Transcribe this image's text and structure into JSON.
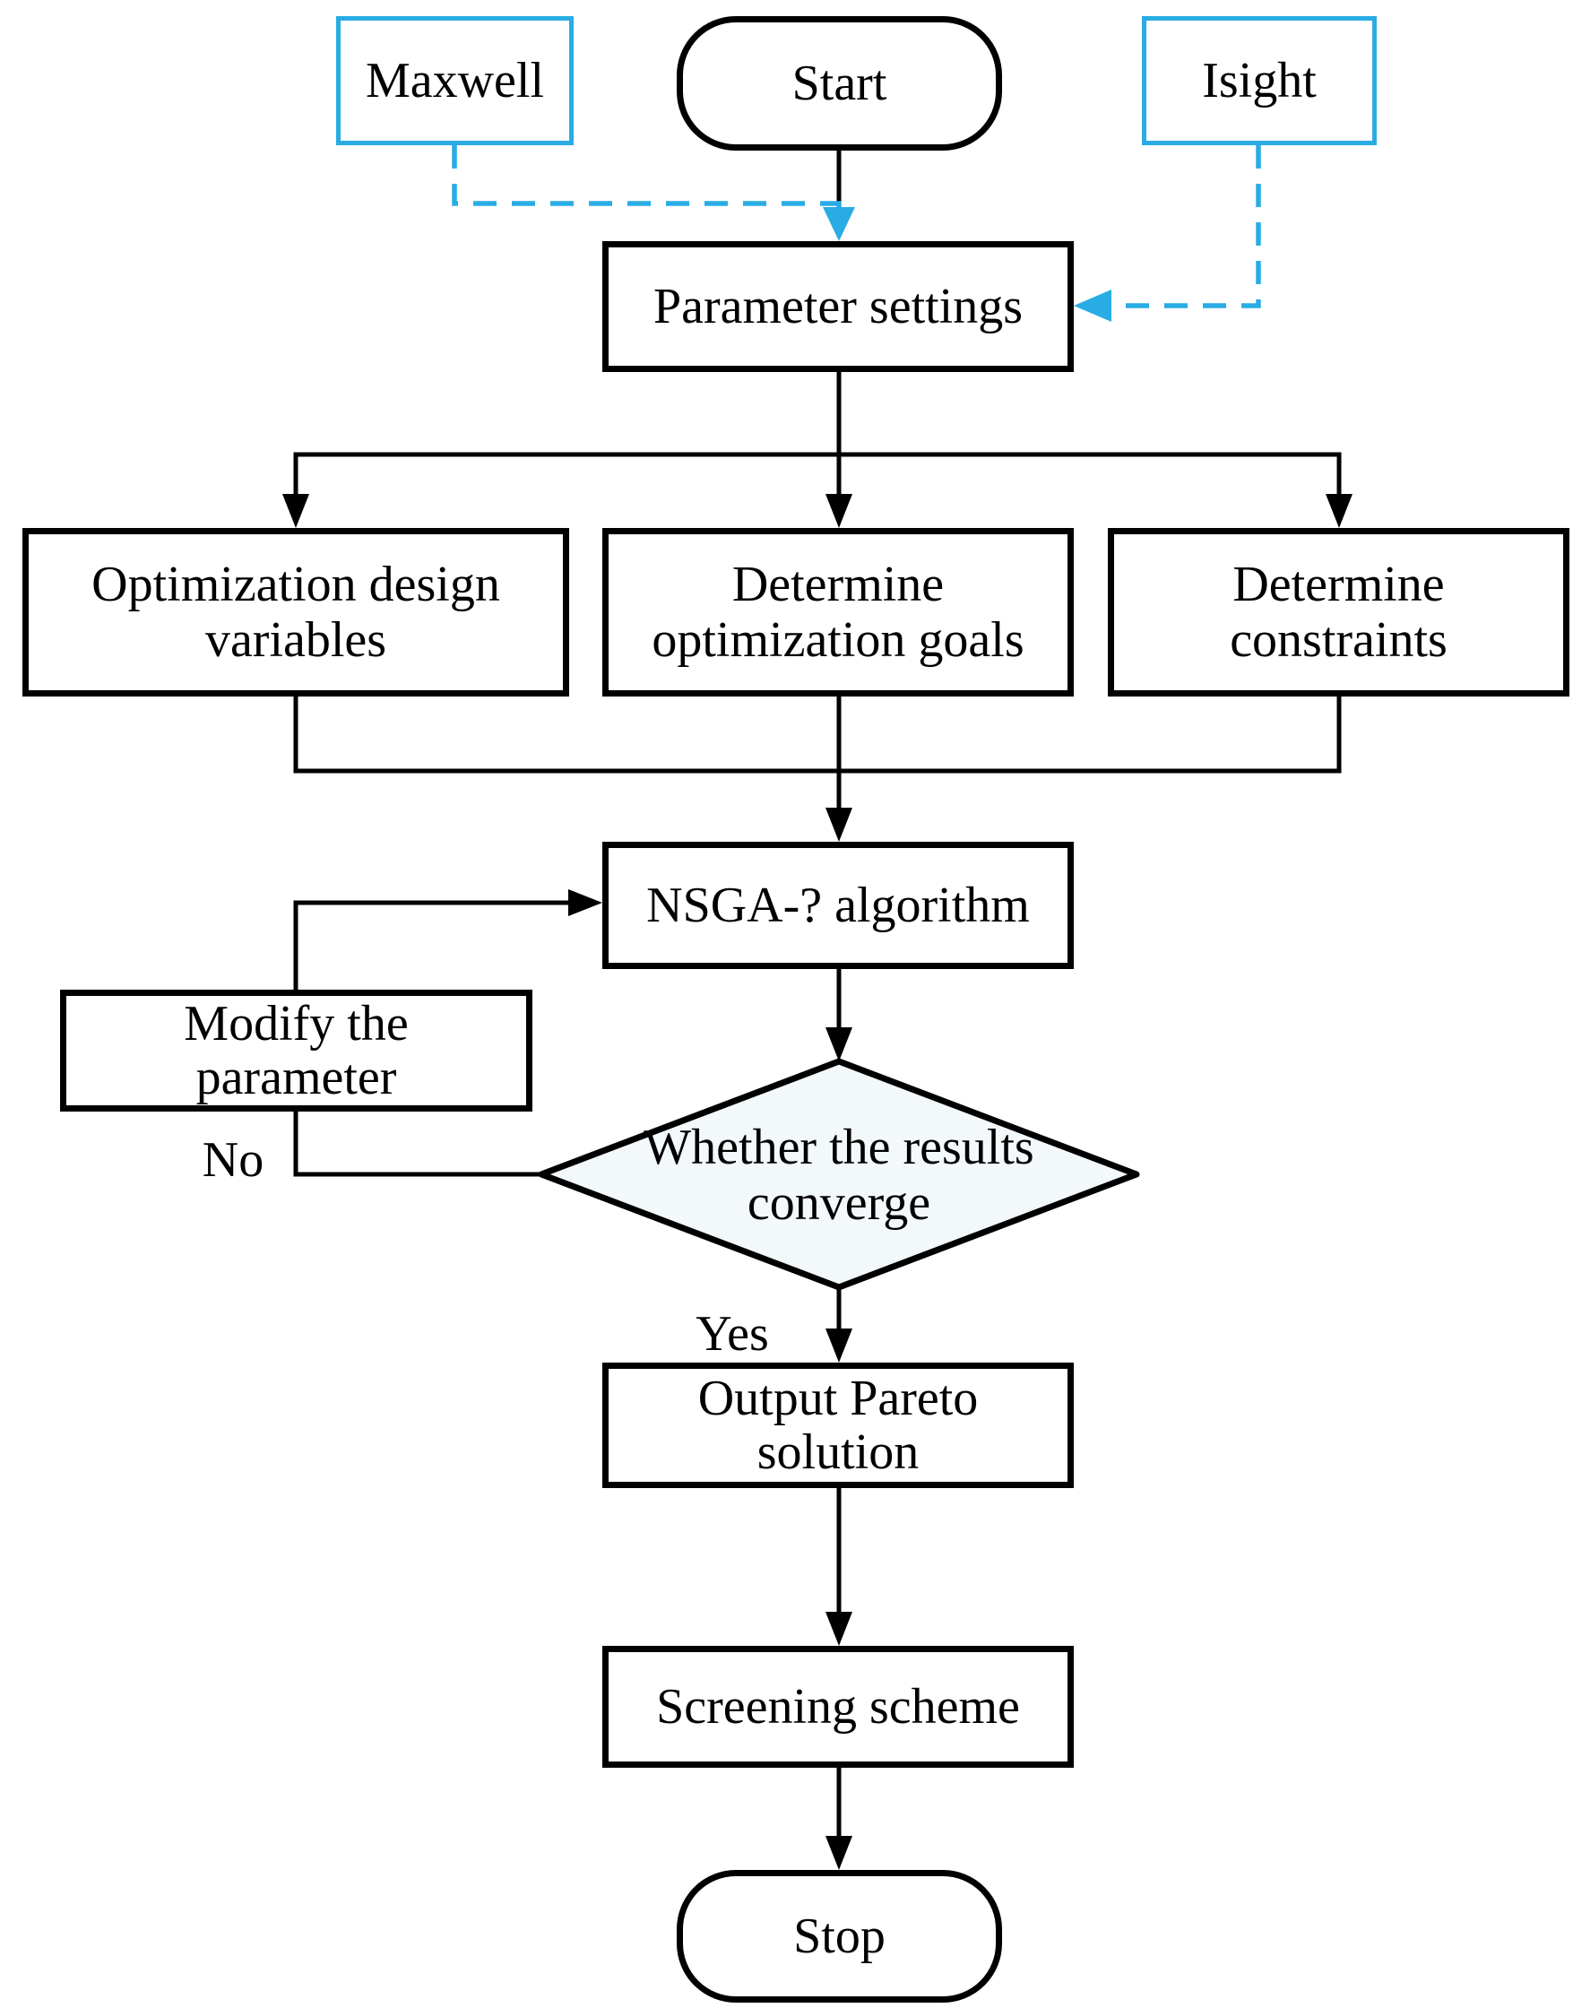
{
  "colors": {
    "accent": "#29ACE4",
    "line": "#000000",
    "diamond_fill": "#F3F8FB",
    "background": "#FFFFFF"
  },
  "nodes": {
    "maxwell": {
      "label": "Maxwell"
    },
    "start": {
      "label": "Start"
    },
    "isight": {
      "label": "Isight"
    },
    "parameter_settings": {
      "label": "Parameter settings"
    },
    "optimization_design_variables": {
      "lines": [
        "Optimization design",
        "variables"
      ]
    },
    "determine_optimization_goals": {
      "lines": [
        "Determine",
        "optimization goals"
      ]
    },
    "determine_constraints": {
      "lines": [
        "Determine",
        "constraints"
      ]
    },
    "nsga_algorithm": {
      "label": "NSGA-? algorithm"
    },
    "modify_parameter": {
      "lines": [
        "Modify the",
        "parameter"
      ]
    },
    "converge_decision": {
      "lines": [
        "Whether the results",
        "converge"
      ]
    },
    "output_pareto": {
      "lines": [
        "Output Pareto",
        "solution"
      ]
    },
    "screening_scheme": {
      "label": "Screening scheme"
    },
    "stop": {
      "label": "Stop"
    }
  },
  "edge_labels": {
    "no": "No",
    "yes": "Yes"
  }
}
